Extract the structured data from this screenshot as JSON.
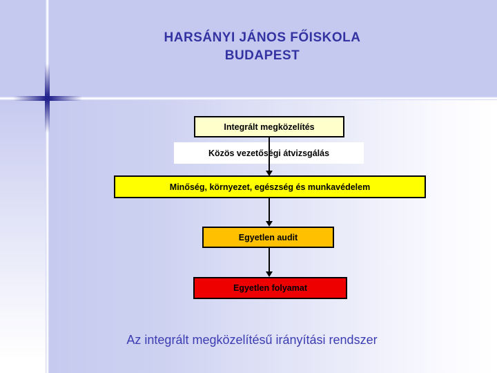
{
  "slide": {
    "title_line1": "HARSÁNYI JÁNOS FŐISKOLA",
    "title_line2": "BUDAPEST",
    "caption": "Az integrált megközelítésű irányítási rendszer"
  },
  "flowchart": {
    "boxes": [
      {
        "label": "Integrált megközelítés",
        "fill": "#FFFFCC"
      },
      {
        "label": "Közös vezetőségi átvizsgálás",
        "fill": "#FFFFFF"
      },
      {
        "label": "Minőség, környezet, egészség és munkavédelem",
        "fill": "#FFFF00"
      },
      {
        "label": "Egyetlen audit",
        "fill": "#FFC000"
      },
      {
        "label": "Egyetlen folyamat",
        "fill": "#EE0000"
      }
    ],
    "connector_color": "#000000"
  },
  "colors": {
    "background_lavender": "#C5C9F0",
    "background_gradient_end": "#FFFFFF",
    "sparkle_line": "#FFFFFF",
    "sparkle_cross_navy": "#22228C",
    "title_text": "#3333A2",
    "caption_text": "#3C3CB2",
    "box_text": "#000000",
    "box_border": "#000000"
  }
}
